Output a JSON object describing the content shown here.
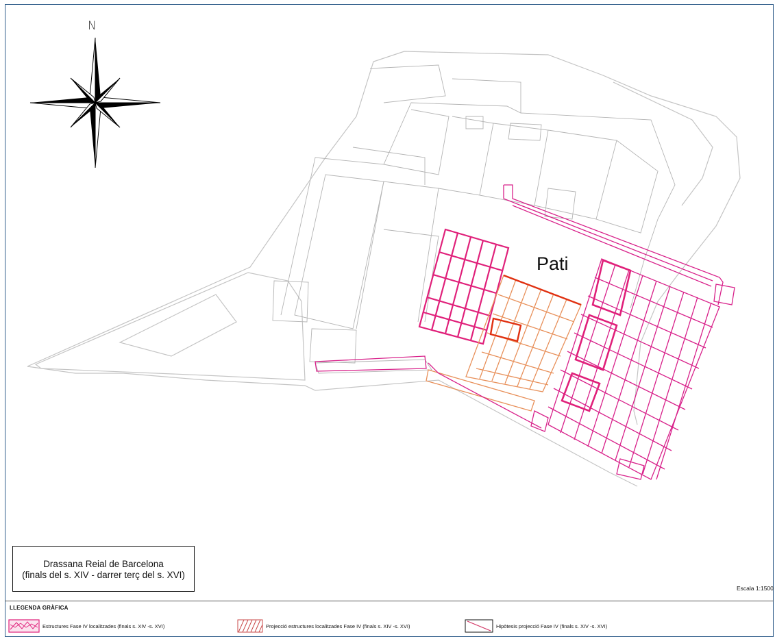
{
  "map": {
    "north_label": "N",
    "courtyard_label": "Pati",
    "title_line1": "Drassana Reial de Barcelona",
    "title_line2": "(finals del s. XIV - darrer terç del s. XVI)",
    "scale_label": "Escala 1:1500"
  },
  "legend": {
    "title": "LLEGENDA GRÀFICA",
    "items": [
      {
        "label": "Estructures Fase IV localitzades (finals s. XIV -s. XVI)",
        "color": "#e0207a"
      },
      {
        "label": "Projecció estructures localitzades Fase IV (finals s. XIV -s. XVI)",
        "color": "#c84848"
      },
      {
        "label": "Hipòtesis projecció Fase IV (finals s. XIV -s. XVI)",
        "color": "#d03060"
      }
    ]
  },
  "colors": {
    "frame": "#2f5d8a",
    "base_plan": "#b8b8b8",
    "phase_iv": "#e0207a",
    "projection": "#e8905a",
    "projection_edge": "#e03010"
  }
}
